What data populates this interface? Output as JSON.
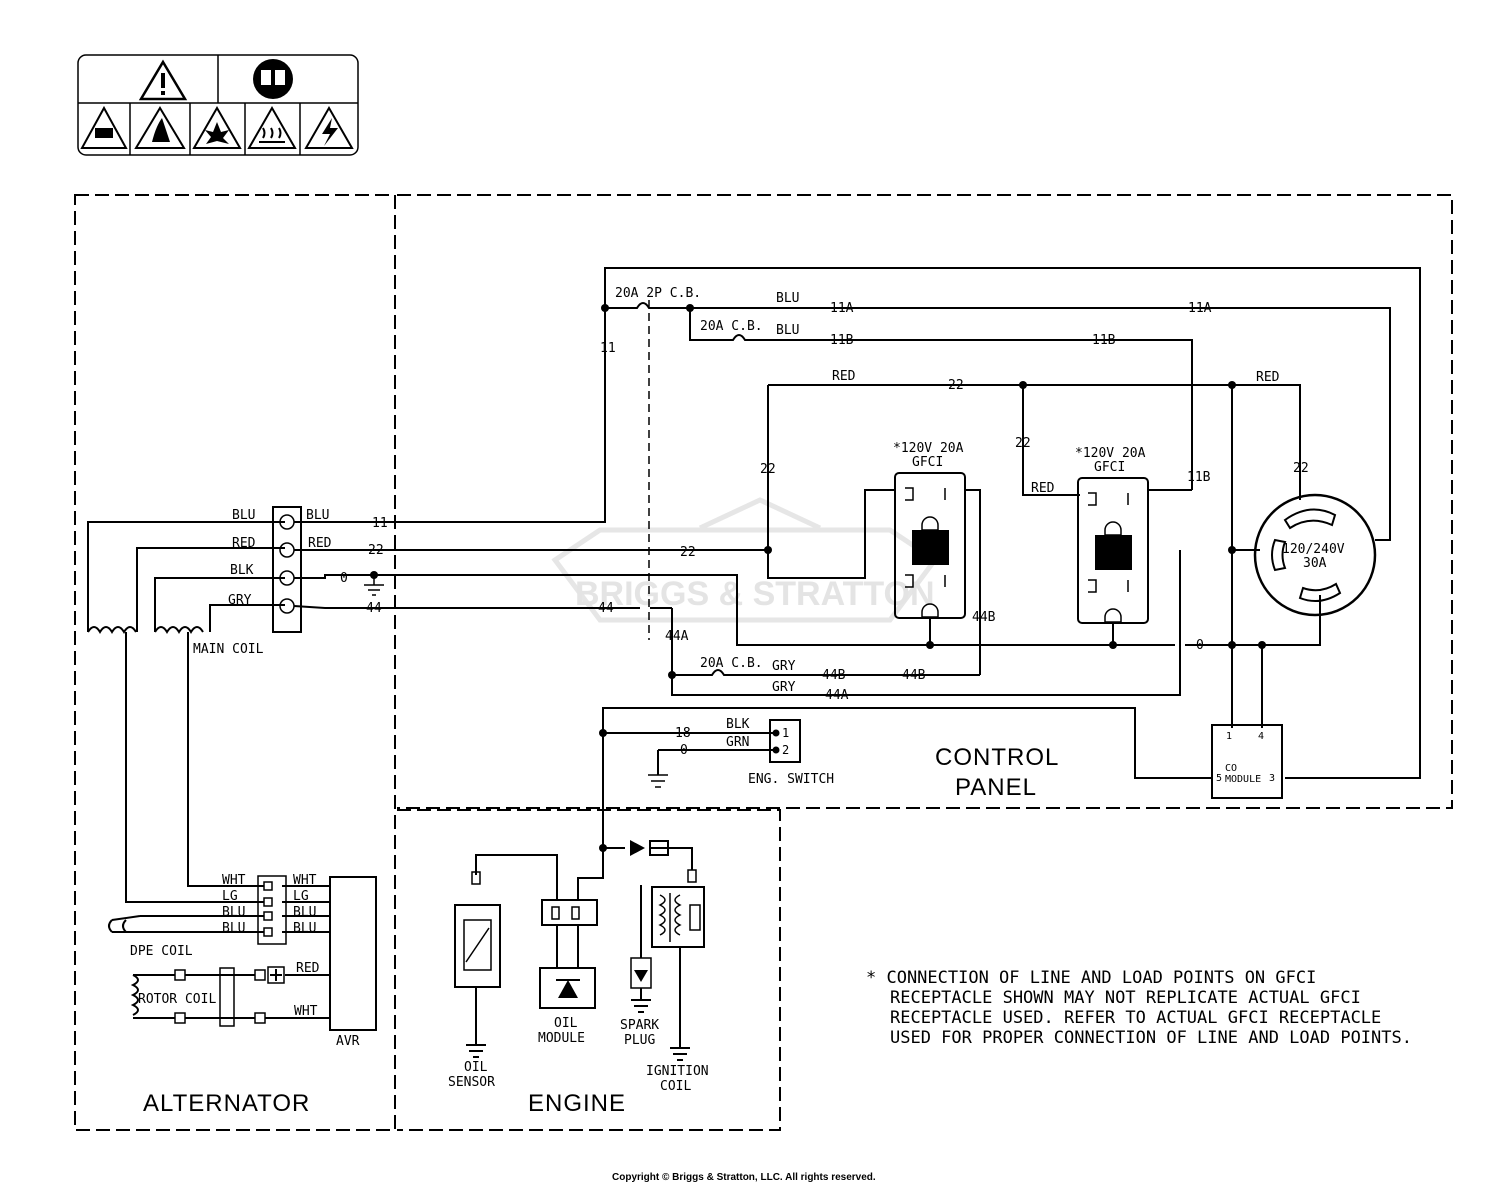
{
  "sections": {
    "alternator": "ALTERNATOR",
    "engine": "ENGINE",
    "control_panel_line1": "CONTROL",
    "control_panel_line2": "PANEL"
  },
  "watermark": "BRIGGS & STRATTON",
  "copyright": "Copyright © Briggs & Stratton, LLC. All rights reserved.",
  "note": {
    "line1": "* CONNECTION OF LINE AND LOAD POINTS ON GFCI",
    "line2": "RECEPTACLE SHOWN MAY NOT REPLICATE ACTUAL GFCI",
    "line3": "RECEPTACLE USED.  REFER TO ACTUAL GFCI RECEPTACLE",
    "line4": "USED FOR PROPER CONNECTION OF LINE AND LOAD POINTS."
  },
  "components": {
    "main_coil": "MAIN COIL",
    "dpe_coil": "DPE COIL",
    "rotor_coil": "ROTOR COIL",
    "avr": "AVR",
    "eng_switch": "ENG. SWITCH",
    "oil_sensor_1": "OIL",
    "oil_sensor_2": "SENSOR",
    "oil_module_1": "OIL",
    "oil_module_2": "MODULE",
    "spark_plug_1": "SPARK",
    "spark_plug_2": "PLUG",
    "ignition_coil_1": "IGNITION",
    "ignition_coil_2": "COIL",
    "cb_2p": "20A 2P C.B.",
    "cb_20a_top": "20A C.B.",
    "cb_20a_bottom": "20A C.B.",
    "gfci1_line1": "*120V 20A",
    "gfci1_line2": "GFCI",
    "gfci2_line1": "*120V 20A",
    "gfci2_line2": "GFCI",
    "twistlock_1": "120/240V",
    "twistlock_2": "30A",
    "co_module_1": "CO",
    "co_module_2": "MODULE",
    "co_pin1": "1",
    "co_pin4": "4",
    "co_pin5": "5",
    "co_pin3": "3",
    "switch_pin1": "1",
    "switch_pin2": "2"
  },
  "wire_labels": {
    "blu_l": "BLU",
    "red_l": "RED",
    "blk_l": "BLK",
    "gry_l": "GRY",
    "blu_r": "BLU",
    "red_r": "RED",
    "n11": "11",
    "n22": "22",
    "n0": "0",
    "n44": "44",
    "n11_v": "11",
    "n22_mid": "22",
    "n44_mid": "44",
    "n44a": "44A",
    "blu_11a": "BLU",
    "n11a": "11A",
    "n11a_r": "11A",
    "blu_11b": "BLU",
    "n11b": "11B",
    "n11b_r": "11B",
    "n11b_v": "11B",
    "red_top": "RED",
    "n22_top": "22",
    "red_top_r": "RED",
    "n22_v1": "22",
    "n22_v2": "22",
    "red_gfci2": "RED",
    "n22_v3": "22",
    "n44b_v": "44B",
    "n0_bus": "0",
    "gry_44b": "GRY",
    "n44b_1": "44B",
    "n44b_2": "44B",
    "gry_44a": "GRY",
    "n44a_2": "44A",
    "n18": "18",
    "blk_sw": "BLK",
    "n0_sw": "0",
    "grn_sw": "GRN",
    "wht_l": "WHT",
    "lg_l": "LG",
    "blu_l1": "BLU",
    "blu_l2": "BLU",
    "wht_r": "WHT",
    "lg_r": "LG",
    "blu_r1": "BLU",
    "blu_r2": "BLU",
    "red_rotor": "RED",
    "wht_rotor": "WHT"
  }
}
